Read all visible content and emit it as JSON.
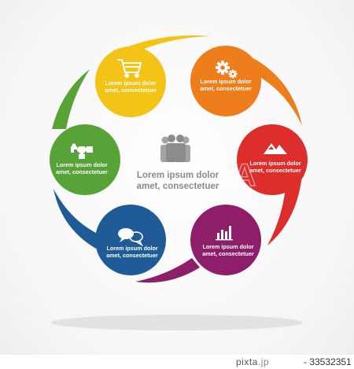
{
  "center": {
    "line1": "Lorem ipsum dolor",
    "line2": "amet, consectetuer",
    "icon": "people-group-icon"
  },
  "nodes": [
    {
      "id": "cart",
      "color": "#f3c316",
      "icon": "shopping-cart-icon",
      "line1": "Lorem ipsum dolor",
      "line2": "amet, consectetuer"
    },
    {
      "id": "gear",
      "color": "#ee7d1b",
      "icon": "gears-icon",
      "line1": "Lorem ipsum dolor",
      "line2": "amet, consectetuer"
    },
    {
      "id": "mountain",
      "color": "#dd2e2b",
      "icon": "mountain-chart-icon",
      "line1": "Lorem ipsum dolor",
      "line2": "amet, consectetuer"
    },
    {
      "id": "barchart",
      "color": "#8e1e6a",
      "icon": "bar-chart-icon",
      "line1": "Lorem ipsum dolor",
      "line2": "amet, consectetuer"
    },
    {
      "id": "chat",
      "color": "#1f5c97",
      "icon": "speech-bubbles-icon",
      "line1": "Lorem ipsum dolor",
      "line2": "amet, consectetuer"
    },
    {
      "id": "puzzle",
      "color": "#57a337",
      "icon": "puzzle-icon",
      "line1": "Lorem ipsum dolor",
      "line2": "amet, consectetuer"
    }
  ],
  "watermark": "PIXTA",
  "footer": {
    "brand": "pixta",
    "brand_light": ".jp",
    "code": "- 33532351"
  }
}
